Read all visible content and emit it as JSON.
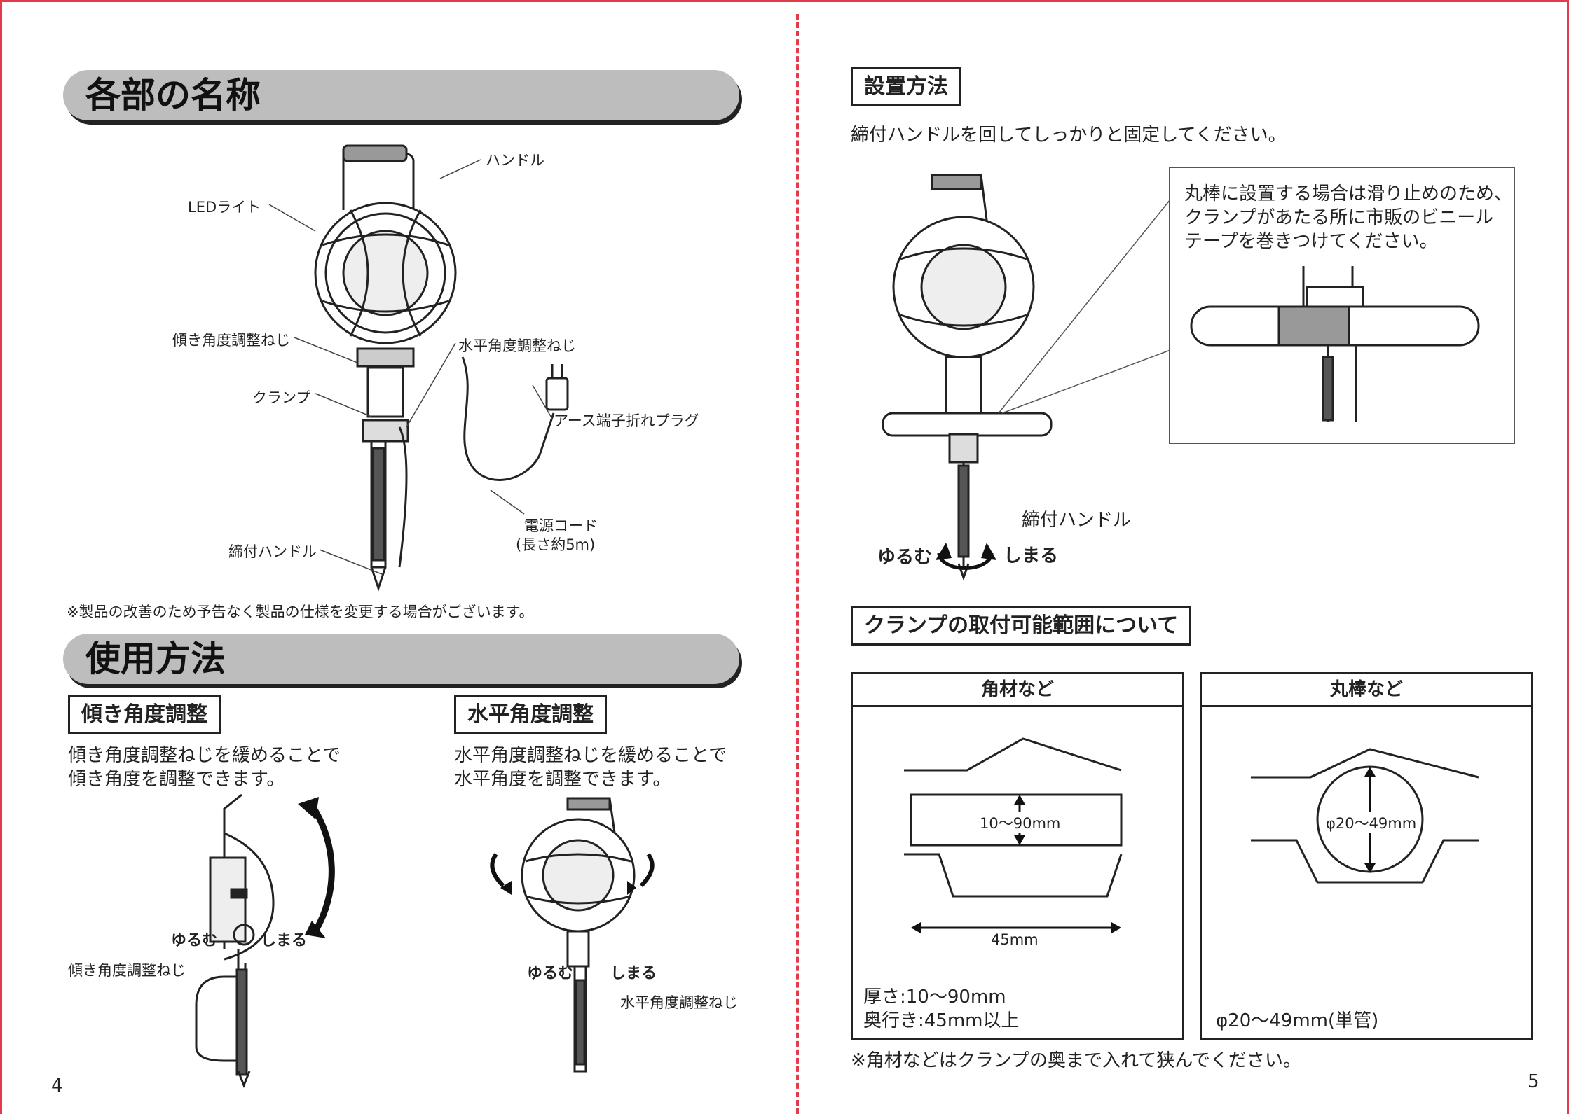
{
  "page_left": {
    "section1_title": "各部の名称",
    "labels": {
      "handle": "ハンドル",
      "led_light": "LEDライト",
      "tilt_screw": "傾き角度調整ねじ",
      "horizontal_screw": "水平角度調整ねじ",
      "clamp": "クランプ",
      "plug": "アース端子折れプラグ",
      "cord_line1": "電源コード",
      "cord_line2": "(長さ約5m)",
      "tighten_handle": "締付ハンドル"
    },
    "note": "※製品の改善のため予告なく製品の仕様を変更する場合がございます。",
    "section2_title": "使用方法",
    "tilt": {
      "heading": "傾き角度調整",
      "line1": "傾き角度調整ねじを緩めることで",
      "line2": "傾き角度を調整できます。",
      "loosen": "ゆるむ",
      "tighten": "しまる",
      "screw_label": "傾き角度調整ねじ"
    },
    "horizontal": {
      "heading": "水平角度調整",
      "line1": "水平角度調整ねじを緩めることで",
      "line2": "水平角度を調整できます。",
      "loosen": "ゆるむ",
      "tighten": "しまる",
      "screw_label": "水平角度調整ねじ"
    },
    "page_number": "4"
  },
  "page_right": {
    "install_heading": "設置方法",
    "install_text": "締付ハンドルを回してしっかりと固定してください。",
    "callout_line1": "丸棒に設置する場合は滑り止めのため、",
    "callout_line2": "クランプがあたる所に市販のビニール",
    "callout_line3": "テープを巻きつけてください。",
    "tighten_handle": "締付ハンドル",
    "loosen": "ゆるむ",
    "tighten": "しまる",
    "range_heading": "クランプの取付可能範囲について",
    "square": {
      "title": "角材など",
      "thickness": "10〜90mm",
      "width": "45mm",
      "spec1": "厚さ:10〜90mm",
      "spec2": "奥行き:45mm以上"
    },
    "round": {
      "title": "丸棒など",
      "diameter": "φ20〜49mm",
      "spec": "φ20〜49mm(単管)"
    },
    "footnote": "※角材などはクランプの奥まで入れて狭んでください。",
    "page_number": "5"
  },
  "colors": {
    "frame": "#e23b4a",
    "banner": "#bdbdbd"
  }
}
